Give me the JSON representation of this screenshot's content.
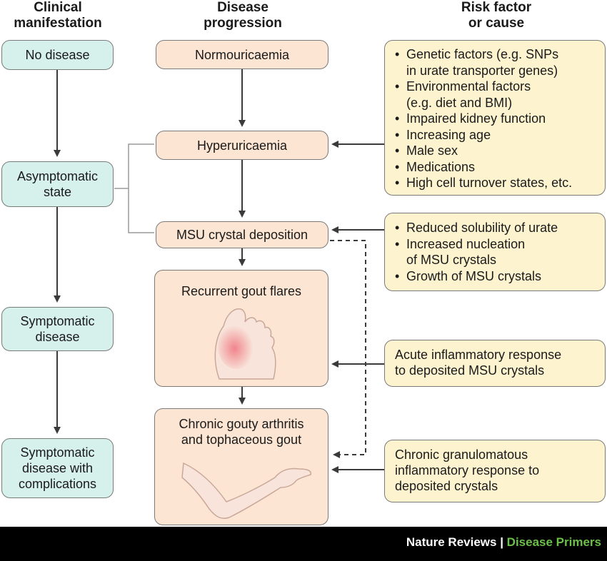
{
  "headers": {
    "clinical": [
      "Clinical",
      "manifestation"
    ],
    "progression": [
      "Disease",
      "progression"
    ],
    "risk": [
      "Risk factor",
      "or cause"
    ]
  },
  "clinical": {
    "no_disease": "No disease",
    "asymptomatic": [
      "Asymptomatic",
      "state"
    ],
    "symptomatic": [
      "Symptomatic",
      "disease"
    ],
    "complications": [
      "Symptomatic",
      "disease with",
      "complications"
    ]
  },
  "progression": {
    "normo": "Normouricaemia",
    "hyper": "Hyperuricaemia",
    "msu": "MSU crystal deposition",
    "flares": "Recurrent gout flares",
    "chronic": [
      "Chronic gouty arthritis",
      "and tophaceous gout"
    ]
  },
  "risk": {
    "box1": [
      "Genetic factors (e.g. SNPs",
      "in urate transporter genes)",
      "Environmental factors",
      "(e.g. diet and BMI)",
      "Impaired kidney function",
      "Increasing age",
      "Male sex",
      "Medications",
      "High cell turnover states, etc."
    ],
    "box2": [
      "Reduced solubility of urate",
      "Increased nucleation",
      "of MSU crystals",
      "Growth of MSU crystals"
    ],
    "box3": [
      "Acute inflammatory response",
      "to deposited MSU crystals"
    ],
    "box4": [
      "Chronic granulomatous",
      "inflammatory response to",
      "deposited crystals"
    ]
  },
  "footer": {
    "brand": "Nature Reviews",
    "sep": " | ",
    "product": "Disease Primers"
  },
  "colors": {
    "clinical": "#d6f0ec",
    "progression": "#fce5d2",
    "risk": "#fdf4cf",
    "accent": "#6cc04a"
  }
}
